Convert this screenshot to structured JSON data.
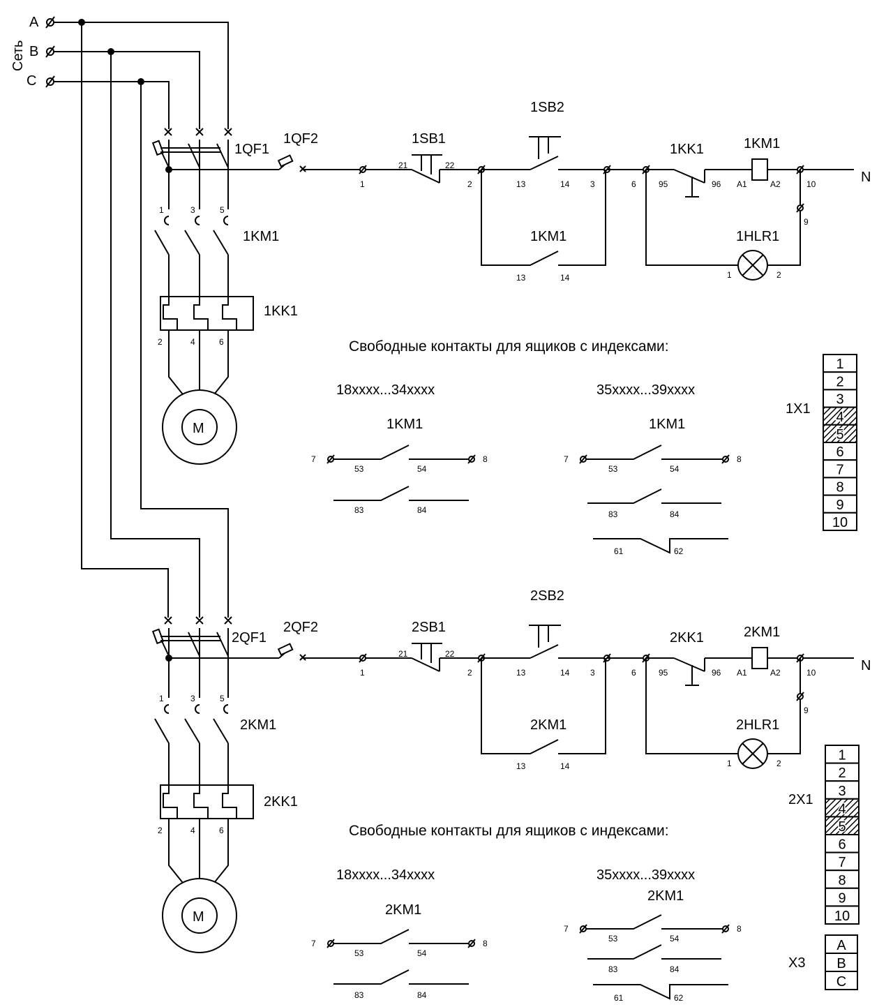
{
  "network": {
    "label": "Сеть",
    "phases": [
      "A",
      "B",
      "C"
    ],
    "neutral": "N"
  },
  "note": "Свободные контакты для ящиков с индексами:",
  "motor_symbol": "M",
  "circuits": [
    {
      "breaker": "1QF1",
      "control_breaker": "1QF2",
      "stop_button": "1SB1",
      "start_button": "1SB2",
      "contactor": "1KM1",
      "thermal_relay": "1KK1",
      "lamp": "1HLR1",
      "terminal_block": "1X1",
      "range_a": "18xxxx...34xxxx",
      "range_b": "35xxxx...39xxxx"
    },
    {
      "breaker": "2QF1",
      "control_breaker": "2QF2",
      "stop_button": "2SB1",
      "start_button": "2SB2",
      "contactor": "2KM1",
      "thermal_relay": "2KK1",
      "lamp": "2HLR1",
      "terminal_block": "2X1",
      "range_a": "18xxxx...34xxxx",
      "range_b": "35xxxx...39xxxx"
    }
  ],
  "numbers": {
    "power_poles": [
      "1",
      "3",
      "5"
    ],
    "thermal_poles": [
      "2",
      "4",
      "6"
    ],
    "ctl_terms": [
      "1",
      "2",
      "3",
      "6",
      "10",
      "9"
    ],
    "button_pins": [
      "21",
      "22",
      "13",
      "14"
    ],
    "relay_pins": [
      "95",
      "96"
    ],
    "coil_pins": [
      "A1",
      "A2"
    ],
    "lamp_pins": [
      "1",
      "2"
    ],
    "aux_pins": [
      "53",
      "54",
      "83",
      "84",
      "61",
      "62"
    ],
    "aux_terms": [
      "7",
      "8"
    ]
  },
  "terminal_rows": [
    "1",
    "2",
    "3",
    "4",
    "5",
    "6",
    "7",
    "8",
    "9",
    "10"
  ],
  "terminal_hatched": [
    "4",
    "5"
  ],
  "x3": {
    "label": "X3",
    "rows": [
      "A",
      "B",
      "C"
    ]
  }
}
